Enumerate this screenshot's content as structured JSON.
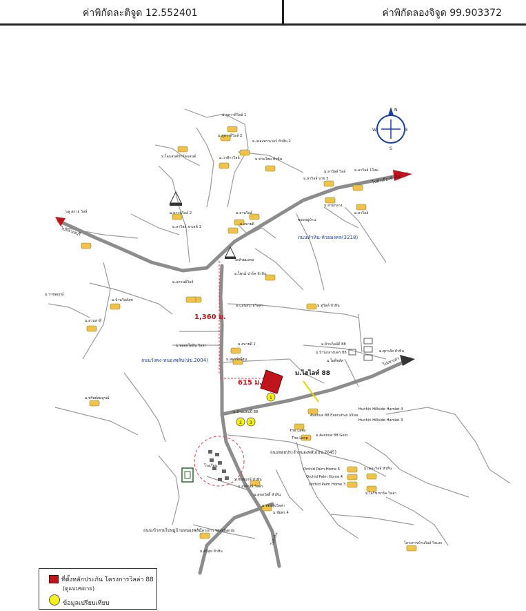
{
  "header": {
    "latitude": "ค่าพิกัดละติจูด 12.552401",
    "longitude": "ค่าพิกัดลองจิจูด 99.903372"
  },
  "compass": {
    "n": "N",
    "e": "E",
    "s": "S",
    "w": "W"
  },
  "roads": {
    "to_pranburi": "ไปปราณบุรี",
    "to_hua_hin_west": "ไปหัวหิน",
    "to_khao_tao": "ไปเขาเต่า",
    "to_hua_hin_center": "ไปตัวเมืองหัวหิน",
    "main_road": "ถนนหัวหิน-ห้วยมงคล(3218)",
    "soi_112": "ซอยหมู่บ้าน",
    "road_2004": "ถนนวังพง-หนองพลับ(ปข.2004)",
    "road_2045": "ถนนซอยประจำหนองพลับ(ปข.2045)",
    "road_new": "ถนนเข้าสายไปหมู่บ้านหนองพลับ"
  },
  "distances": {
    "d1": "1,360 ม.",
    "d2": "615 ม."
  },
  "landmarks": {
    "project": "ม.ไฮไลท์ 88",
    "temple": "วัดห้วยมงคล",
    "school": "โรงเรียน",
    "hillside4": "Hunhin Hillside Hamlet 4",
    "hillside3": "Hunhin Hillside Hamlet 3",
    "avenue_exec": "Avenue 88 Executive Villas",
    "avenue_gold": "ม.Avenue 88 Gold",
    "lake": "The Lake",
    "loop": "The Loop",
    "orchid6": "Orchid Palm Home 6",
    "orchid4": "Orchid Palm Home 4",
    "orchid3": "Orchid Palm Home 3",
    "woodlands": "โครงการ Woodlands"
  },
  "villages": [
    "ม.ภูหวาดีวิลล์ 1",
    "ม.ภูหวาดีวิลล์ 2",
    "ม.เดอะพาวเวอร์ หัวหิน 2",
    "ม.ไอแลนด์ชาร์ดแลนด์",
    "ม.วาทิกาวิลล์",
    "ม.ปานโฮม หัวหิน",
    "ม.ลาวิลล์ วิลล์",
    "ม.ลาวิลล์ 1ใหม่",
    "ม.ลาวิลล์ บาย 3",
    "ม.สามกลาง",
    "ม.ลาวิลล์",
    "บลู สกาย วิลล์",
    "ม.ลานวิลล์",
    "ม.ดาวน์วิลล์ 2",
    "ม.ลาวิลล์ ชาเลต์ 1",
    "ม.สบายดี",
    "ม.ไพรม์ ปาร์ค หัวหิน",
    "ม.แกรนด์วิลล์",
    "ม.ราชพฤกษ์",
    "ม.บ้านวิลล์สุข",
    "ม.แสนสบายวิลล่า",
    "ม.พลอยไพลิน วิลล่า",
    "ม.สบายดี 2",
    "ม.สมาร์ทโฮม",
    "ม.บ้านวิลล์ดี 88",
    "ม.บ้านกลางนคร 88",
    "ม.ไอดีพลัส",
    "ม.ทูวิลล์ หัวหิน",
    "ม.ศุภาลัย หัวหิน",
    "ม.บ้านแฮปปี้ 88",
    "ม.ทรัพย์สมบูรณ์",
    "ม.สวนสาลี",
    "ม.ชัยพฤกษ์ หัวหิน",
    "ม.สหกรณ์ วิลล่า",
    "ม.สุขสวัสดิ์ หัวหิน",
    "ม.ทองสุขวิลล่า",
    "ม.เดอะวิลล์ หัวหิน",
    "ม.ชัยพร 4",
    "ม.ไอริช พาร์ค วิลล่า",
    "ม.ศรีสุข หัวหิน",
    "โครงการบ้านวิลล์ วิลเลจ"
  ],
  "markers": {
    "m1": "1",
    "m2": "2",
    "m3": "3"
  },
  "legend": {
    "project_label": "ที่ตั้งหลักประกัน โครงการวิลล่า 88",
    "project_sub": "(ดูแบบขยาย)",
    "compare_label": "ข้อมูลเปรียบเทียบ"
  },
  "colors": {
    "project": "#c0141c",
    "marker": "#f5ef1a",
    "road": "#8c8c8c",
    "accent": "#1a3fa0"
  }
}
